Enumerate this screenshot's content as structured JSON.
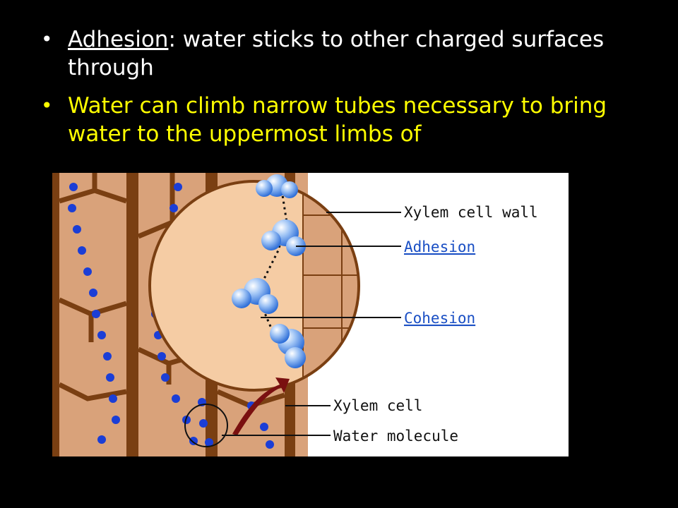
{
  "slide": {
    "bullets": [
      {
        "term": "Adhesion",
        "text": ":  water sticks to other charged surfaces through"
      },
      {
        "text": "Water can climb narrow tubes necessary to bring water to the uppermost limbs of"
      }
    ]
  },
  "figure": {
    "labels": {
      "xylem_cell_wall": "Xylem cell wall",
      "adhesion": "Adhesion",
      "cohesion": "Cohesion",
      "xylem_cell": "Xylem cell",
      "water_molecule": "Water molecule"
    },
    "colors": {
      "tube_fill": "#d9a27a",
      "tube_wall": "#7a3f12",
      "water_dot": "#1b3ed6",
      "magnified_bg": "#f5cca4",
      "arrow": "#7a1010",
      "link_label": "#1a4fc4"
    }
  }
}
